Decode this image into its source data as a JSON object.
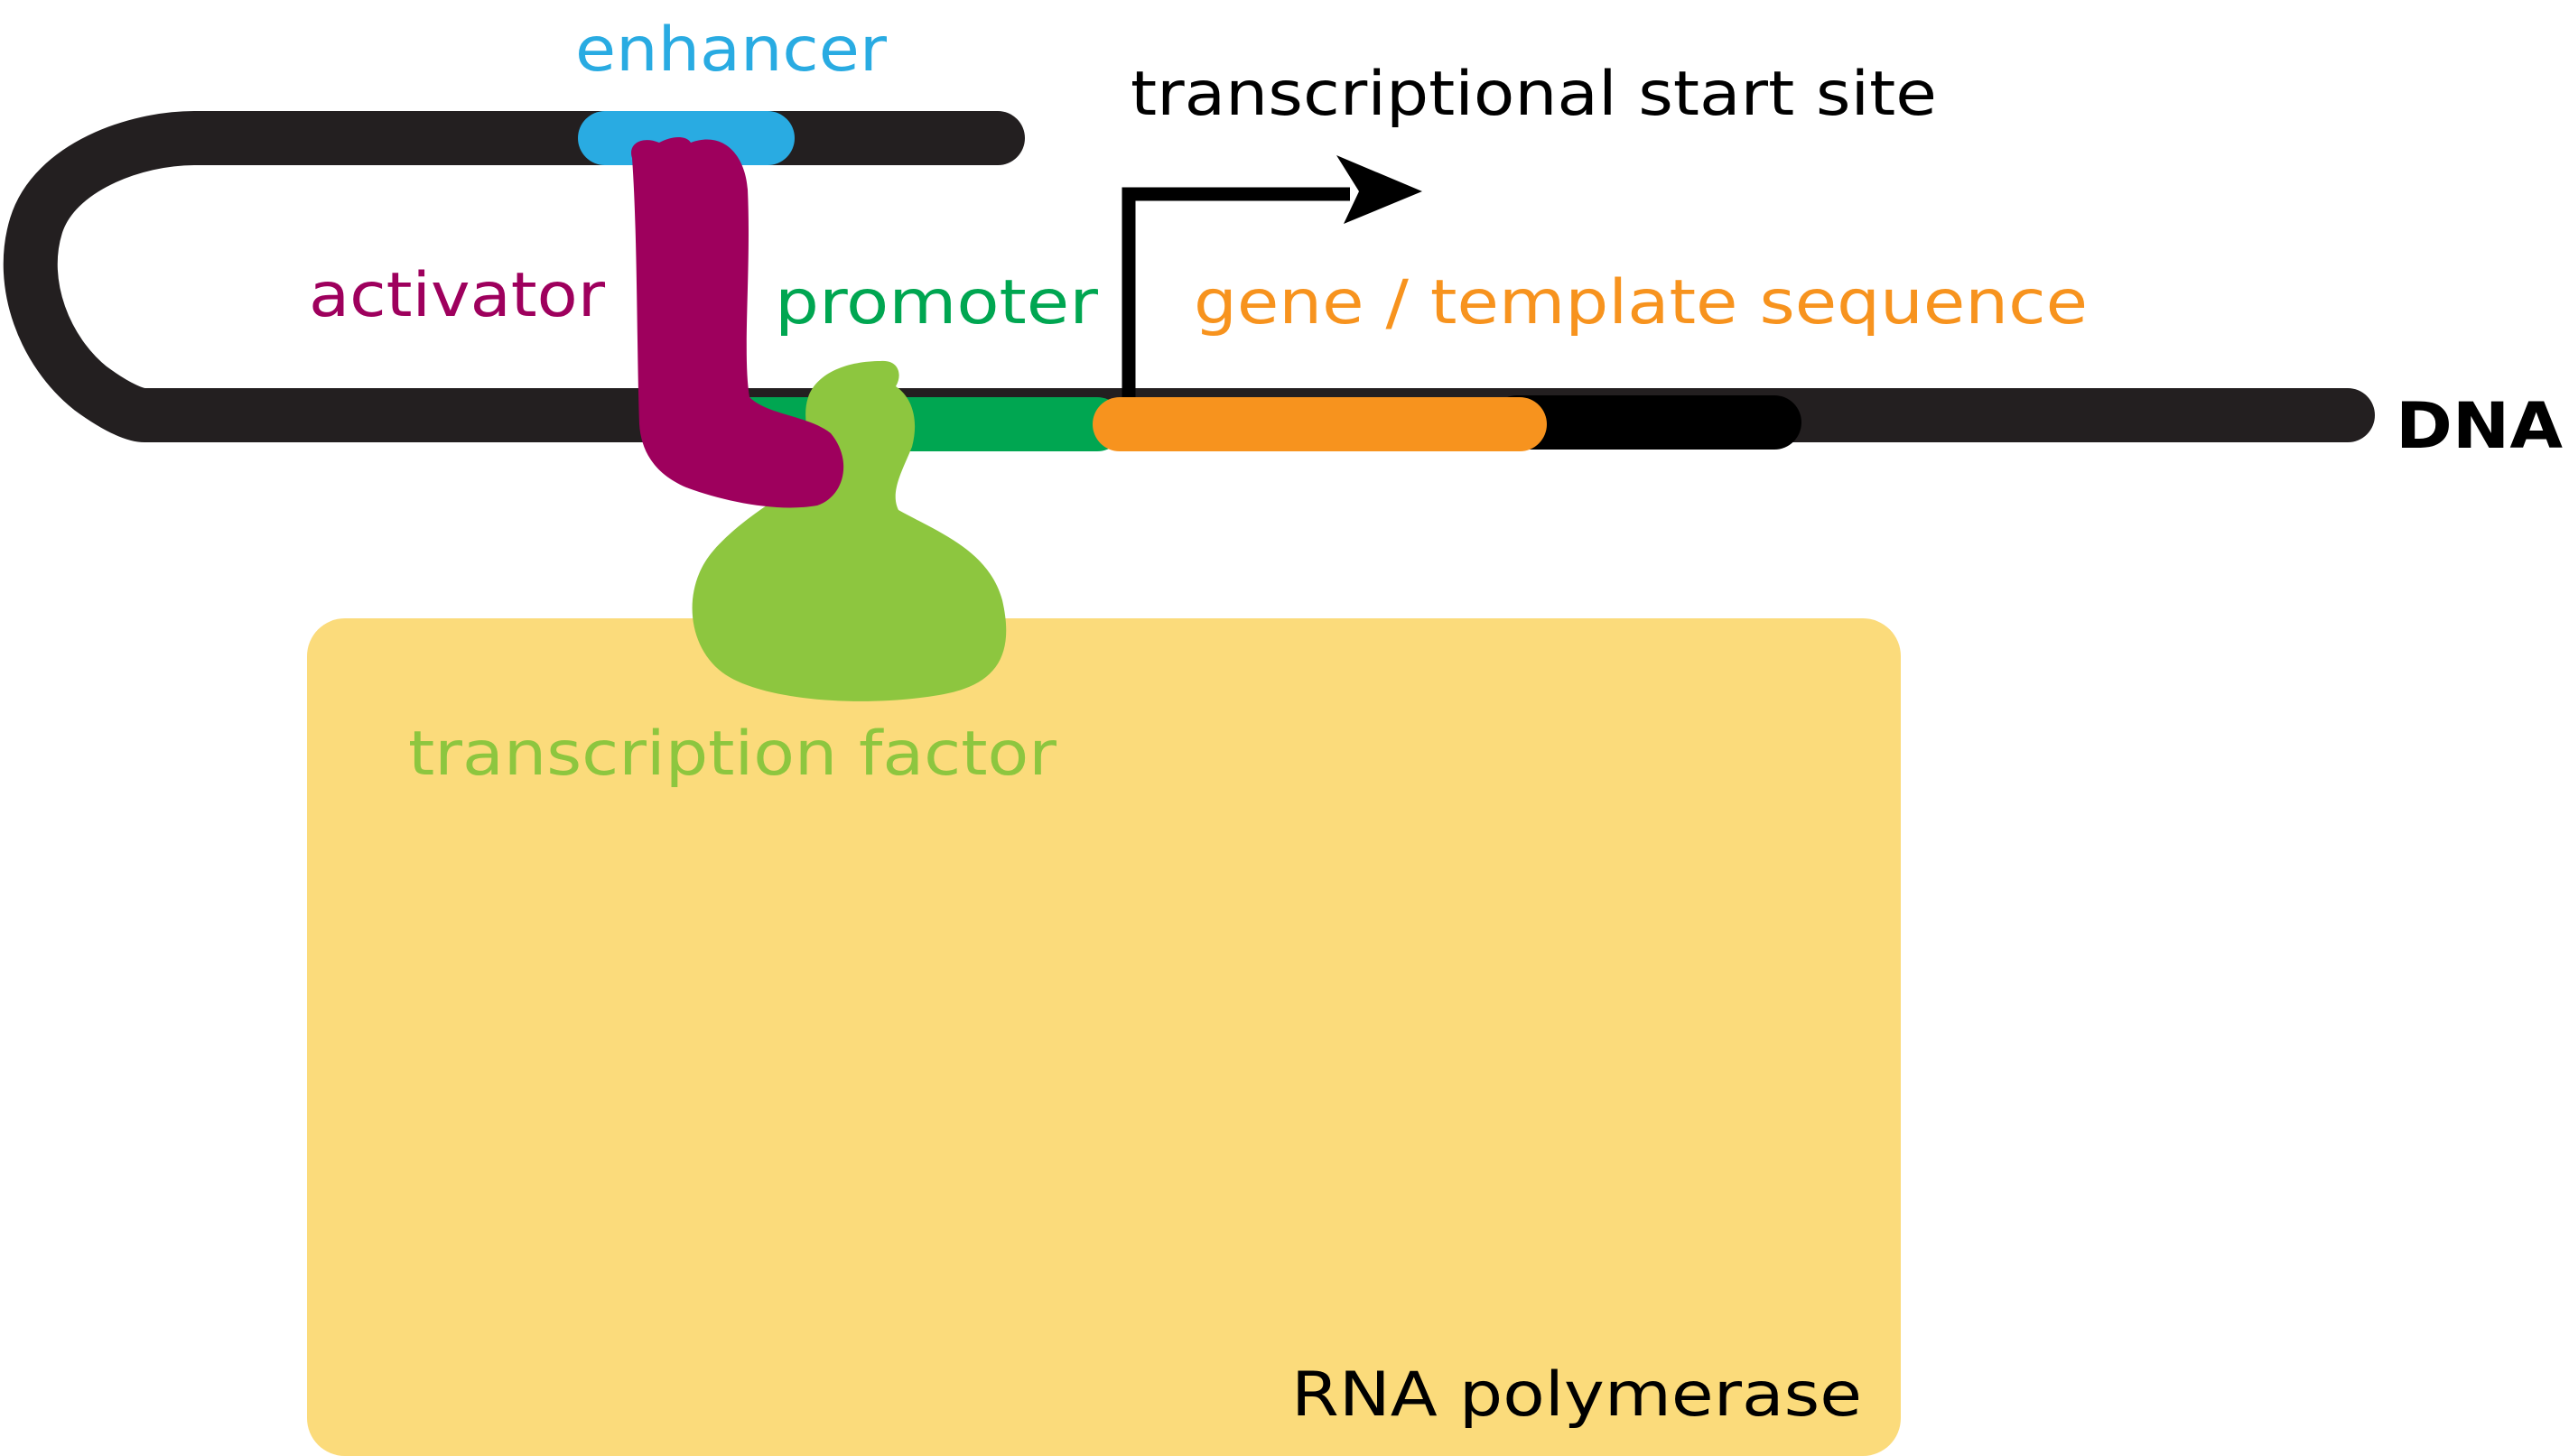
{
  "labels": {
    "enhancer": "enhancer",
    "transcriptional_start_site": "transcriptional start site",
    "activator": "activator",
    "promoter": "promoter",
    "gene_template_sequence": "gene / template sequence",
    "dna": "DNA",
    "transcription_factor": "transcription factor",
    "rna_polymerase": "RNA polymerase"
  },
  "colors": {
    "dna": "#231f20",
    "enhancer": "#29abe2",
    "activator": "#9e005d",
    "promoter": "#00a651",
    "gene": "#f7931e",
    "gene_end": "#000000",
    "transcription_factor": "#8dc63f",
    "rna_polymerase": "#fbdb7b",
    "label_dark": "#000000"
  }
}
